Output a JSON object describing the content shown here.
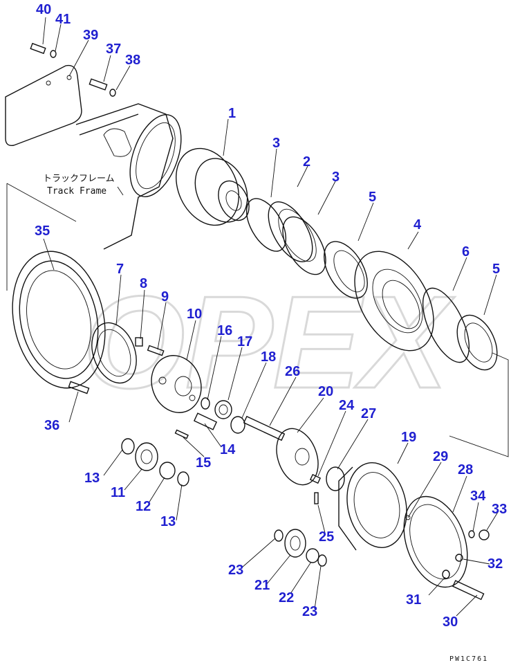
{
  "watermark": "OPEX",
  "track_frame_label_jp": "トラックフレーム",
  "track_frame_label_en": "Track Frame",
  "drawing_code": "PW1C761",
  "part_numbers": [
    "1",
    "2",
    "3",
    "3",
    "4",
    "5",
    "5",
    "6",
    "7",
    "8",
    "9",
    "10",
    "11",
    "12",
    "13",
    "13",
    "14",
    "15",
    "16",
    "17",
    "18",
    "19",
    "20",
    "21",
    "22",
    "23",
    "23",
    "24",
    "25",
    "26",
    "27",
    "28",
    "29",
    "30",
    "31",
    "32",
    "33",
    "34",
    "35",
    "36",
    "37",
    "38",
    "39",
    "40",
    "41"
  ]
}
